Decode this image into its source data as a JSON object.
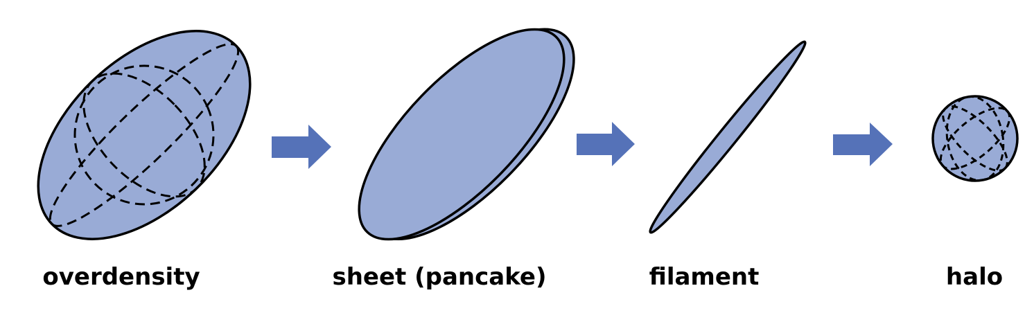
{
  "stages": [
    {
      "label": "overdensity",
      "shape": "ellipsoid-icon"
    },
    {
      "label": "sheet (pancake)",
      "shape": "disc-icon"
    },
    {
      "label": "filament",
      "shape": "needle-icon"
    },
    {
      "label": "halo",
      "shape": "sphere-icon"
    }
  ],
  "colors": {
    "shape_fill": "#99abd6",
    "outline": "#000000",
    "arrow_fill": "#5572b8"
  }
}
